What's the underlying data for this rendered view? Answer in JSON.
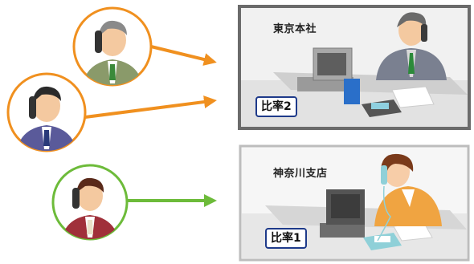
{
  "offices": [
    {
      "name": "東京本社",
      "ratio_label": "比率2",
      "frame_color": "#6b6b6b",
      "floor_color": "#dedede",
      "callers": 2,
      "arrow_color": "#f0901f"
    },
    {
      "name": "神奈川支店",
      "ratio_label": "比率1",
      "frame_color": "#bdbdbd",
      "floor_color": "#e7e7e7",
      "callers": 1,
      "arrow_color": "#6dbb3a"
    }
  ],
  "callers": [
    {
      "icon": "businessman-caller-icon",
      "ring_color": "#f0901f",
      "suit_color": "#8a9a6a",
      "tie_color": "#3a8a3a"
    },
    {
      "icon": "businessman-caller-icon",
      "ring_color": "#f0901f",
      "suit_color": "#5a5a9a",
      "tie_color": "#2a3a7a"
    },
    {
      "icon": "businessman-caller-icon",
      "ring_color": "#6dbb3a",
      "suit_color": "#a0303a",
      "tie_color": "#e9e0c8"
    }
  ]
}
